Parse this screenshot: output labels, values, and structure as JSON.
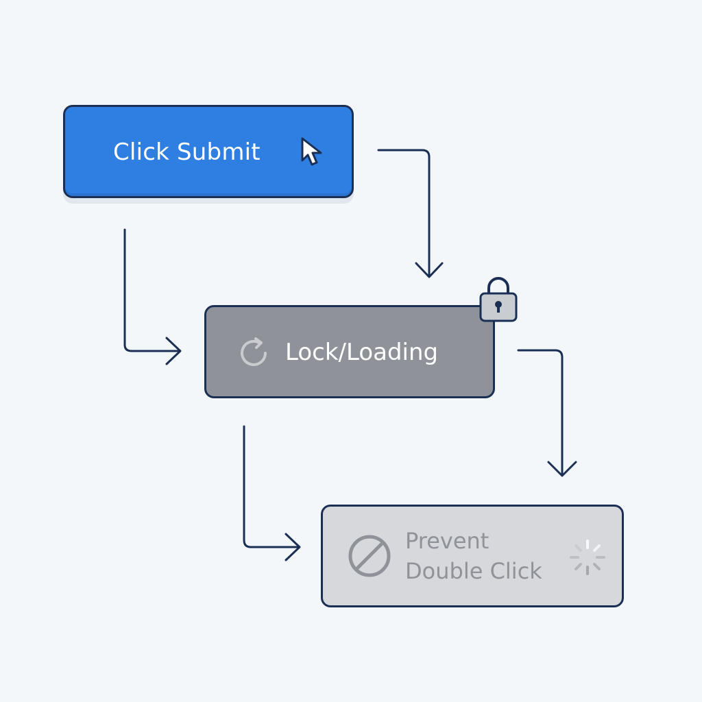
{
  "steps": [
    {
      "label": "Click Submit",
      "state": "active",
      "icon": "cursor-arrow-icon",
      "color": "#2f7fe3"
    },
    {
      "label": "Lock/Loading",
      "state": "loading",
      "icon": "refresh-spinner-icon",
      "badge_icon": "padlock-icon",
      "color": "#8f9399"
    },
    {
      "label_line1": "Prevent",
      "label_line2": "Double Click",
      "state": "disabled",
      "icon": "ban-icon",
      "trailing_icon": "activity-spinner-icon",
      "color": "#d6d8db"
    }
  ],
  "colors": {
    "background": "#f3f7fa",
    "outline": "#1b2f55",
    "arrow": "#1b2f55"
  }
}
